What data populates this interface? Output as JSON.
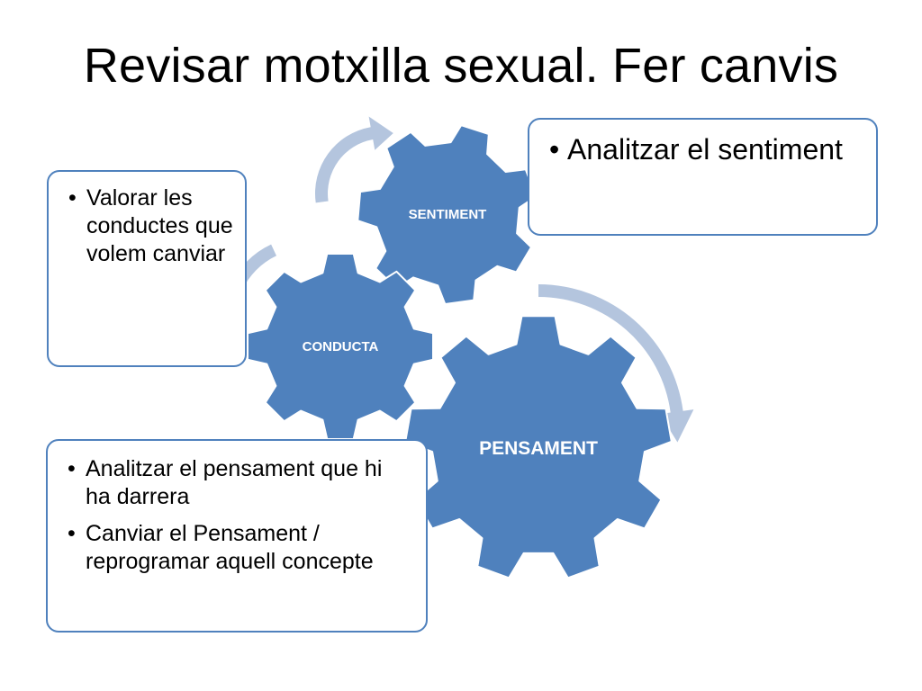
{
  "title": "Revisar motxilla sexual. Fer canvis",
  "colors": {
    "gear": "#4f81bd",
    "arrow": "#b4c5de",
    "border": "#4f81bd",
    "label": "#ffffff"
  },
  "gears": {
    "sentiment": {
      "label": "SENTIMENT"
    },
    "conducta": {
      "label": "CONDUCTA"
    },
    "pensament": {
      "label": "PENSAMENT"
    }
  },
  "callouts": {
    "sentiment": {
      "items": [
        "Analitzar el sentiment"
      ]
    },
    "valorar": {
      "items": [
        "Valorar les conductes que volem canviar"
      ]
    },
    "pensament": {
      "items": [
        "Analitzar el pensament que hi ha darrera",
        "Canviar el Pensament / reprogramar aquell concepte"
      ]
    }
  }
}
